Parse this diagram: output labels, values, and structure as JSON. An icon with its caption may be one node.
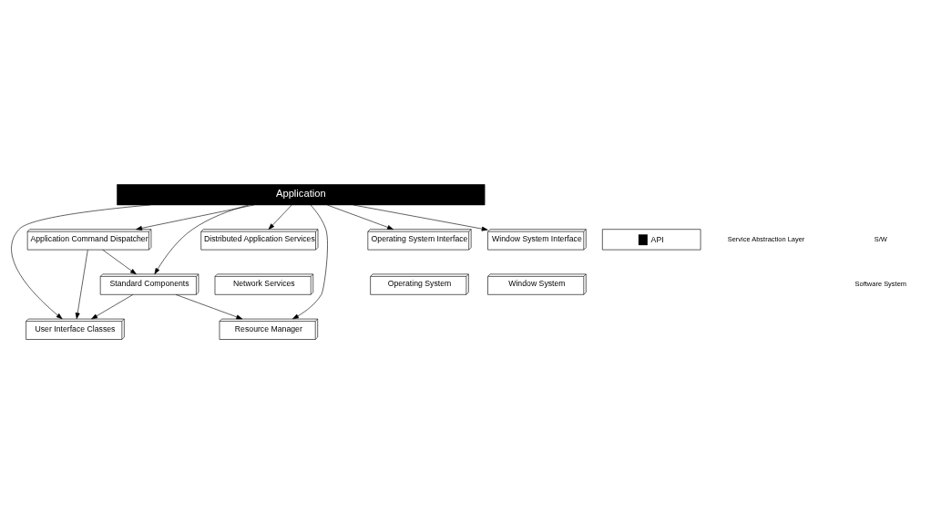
{
  "diagram": {
    "nodes": [
      {
        "text": [
          "Application"
        ]
      },
      {
        "text": [
          "Application Command Dispatcher"
        ]
      },
      {
        "text": [
          "Standard Components"
        ]
      },
      {
        "text": [
          "User Interface Classes"
        ]
      },
      {
        "text": [
          "Resource Manager"
        ]
      },
      {
        "text": [
          "Distributed Application Services"
        ]
      },
      {
        "text": [
          "Network Services"
        ]
      },
      {
        "text": [
          "Operating System Interface"
        ]
      },
      {
        "text": [
          "Operating System"
        ]
      },
      {
        "text": [
          "Window System Interface"
        ]
      },
      {
        "text": [
          "Window System"
        ]
      }
    ],
    "edges": [
      {
        "from": 0,
        "to": 5,
        "arrow": "to"
      },
      {
        "from": 0,
        "to": 7,
        "arrow": "to"
      },
      {
        "from": 0,
        "to": 4,
        "arrow": "to"
      },
      {
        "from": 0,
        "to": 2,
        "arrow": "to"
      },
      {
        "from": 0,
        "to": 1,
        "arrow": "to"
      },
      {
        "from": 1,
        "to": 2,
        "arrow": "to"
      },
      {
        "from": 1,
        "to": 3,
        "arrow": "to"
      },
      {
        "from": 0,
        "to": 3,
        "arrow": "to"
      },
      {
        "from": 0,
        "to": 9,
        "arrow": "to"
      },
      {
        "from": 2,
        "to": 4,
        "arrow": "to"
      },
      {
        "from": 2,
        "to": 3,
        "arrow": "to"
      }
    ],
    "labels": [
      "S/W",
      "Software System",
      "Service Abstraction Layer"
    ],
    "legend": [
      {
        "text": "API",
        "color": "#000000"
      }
    ]
  }
}
